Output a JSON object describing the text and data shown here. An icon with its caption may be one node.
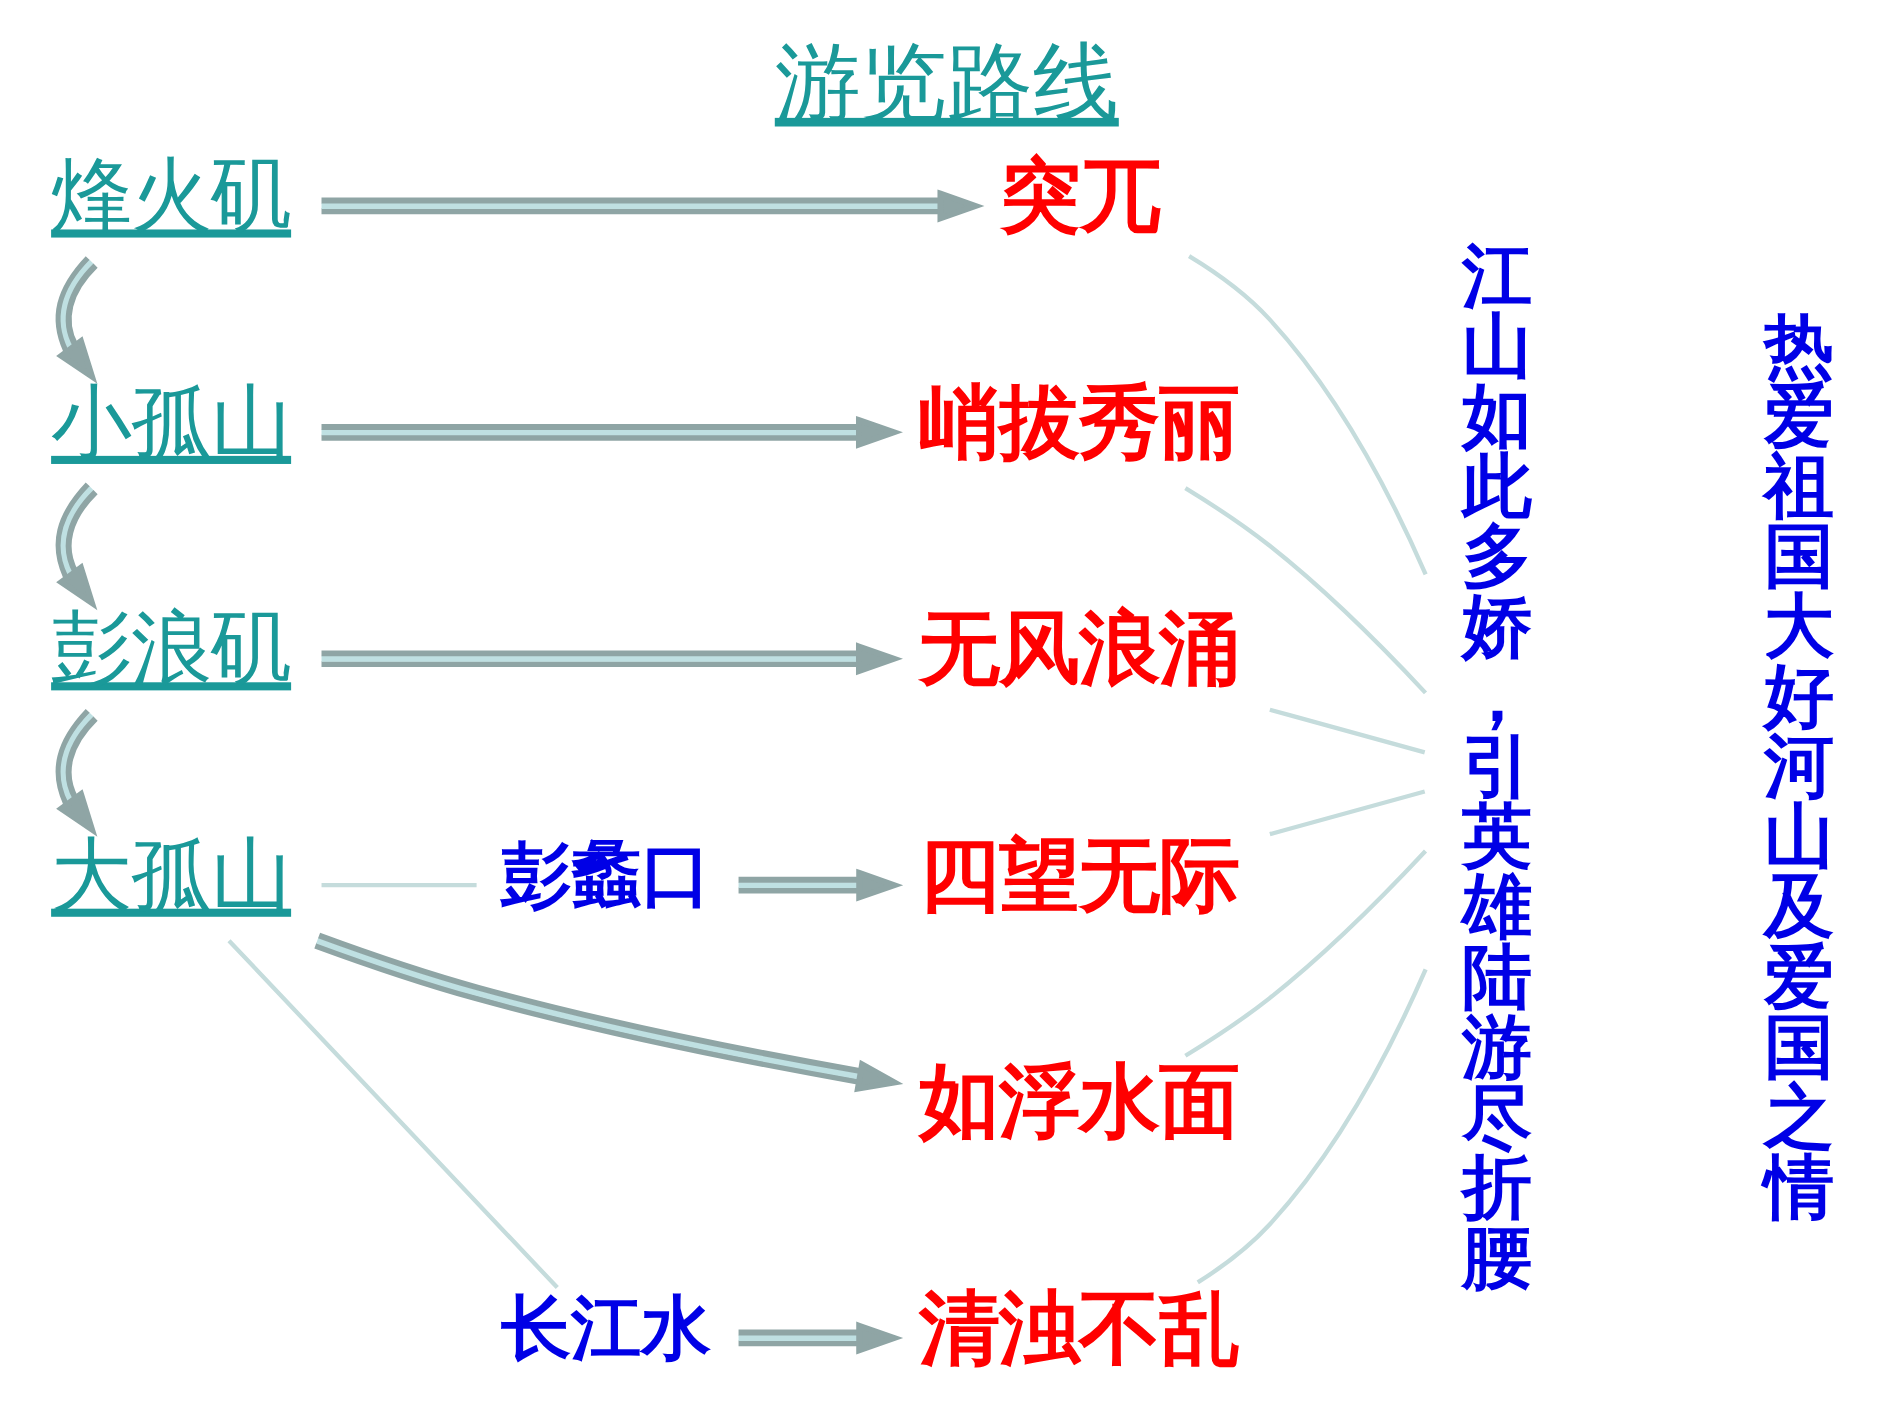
{
  "diagram": {
    "title": "游览路线",
    "nodes": [
      {
        "text": [
          "烽火矶"
        ]
      },
      {
        "text": [
          "突兀"
        ]
      },
      {
        "text": [
          "小孤山"
        ]
      },
      {
        "text": [
          "峭拔秀丽"
        ]
      },
      {
        "text": [
          "彭浪矶"
        ]
      },
      {
        "text": [
          "无风浪涌"
        ]
      },
      {
        "text": [
          "大孤山"
        ]
      },
      {
        "text": [
          "彭蠡口"
        ]
      },
      {
        "text": [
          "四望无际"
        ]
      },
      {
        "text": [
          "如浮水面"
        ]
      },
      {
        "text": [
          "长江水"
        ]
      },
      {
        "text": [
          "清浊不乱"
        ]
      },
      {
        "text": [
          "江山如此多娇，引英雄陆游尽折腰"
        ]
      }
    ],
    "edges": [
      {
        "from": 0,
        "to": 1,
        "arrow": "to"
      },
      {
        "from": 0,
        "to": 2,
        "arrow": "to"
      },
      {
        "from": 2,
        "to": 3,
        "arrow": "to"
      },
      {
        "from": 2,
        "to": 4,
        "arrow": "to"
      },
      {
        "from": 4,
        "to": 5,
        "arrow": "to"
      },
      {
        "from": 4,
        "to": 6,
        "arrow": "to"
      },
      {
        "from": 6,
        "to": 7,
        "arrow": "none",
        "color": "#c5dcdc"
      },
      {
        "from": 6,
        "to": 9,
        "arrow": "to"
      },
      {
        "from": 6,
        "to": 10,
        "arrow": "none",
        "color": "#c5dcdc"
      },
      {
        "from": 7,
        "to": 8,
        "arrow": "to"
      },
      {
        "from": 10,
        "to": 11,
        "arrow": "to"
      },
      {
        "from": 1,
        "to": 12,
        "arrow": "none",
        "color": "#c5dcdc"
      },
      {
        "from": 3,
        "to": 12,
        "arrow": "none",
        "color": "#c5dcdc"
      },
      {
        "from": 5,
        "to": 12,
        "arrow": "none",
        "color": "#c5dcdc"
      },
      {
        "from": 8,
        "to": 12,
        "arrow": "none",
        "color": "#c5dcdc"
      },
      {
        "from": 9,
        "to": 12,
        "arrow": "none",
        "color": "#c5dcdc"
      },
      {
        "from": 11,
        "to": 12,
        "arrow": "none",
        "color": "#c5dcdc"
      }
    ],
    "labels": [
      "热爱祖国大好河山及爱国之情"
    ]
  }
}
